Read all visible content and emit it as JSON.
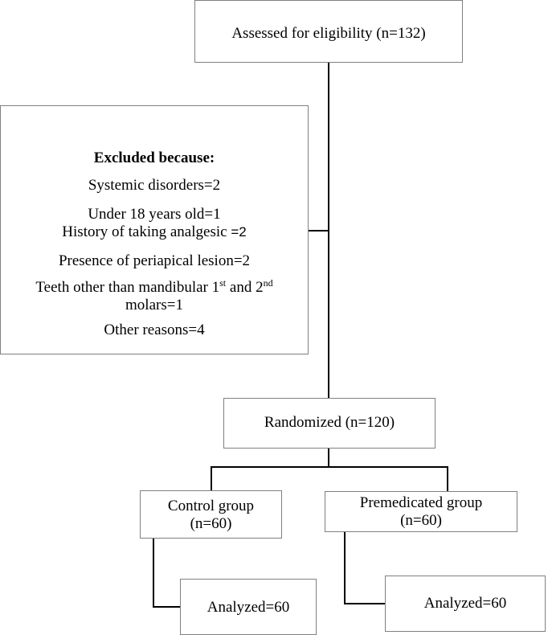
{
  "boxes": {
    "assessed": "Assessed for eligibility (n=132)",
    "excluded": {
      "heading": "Excluded because:",
      "systemic": "Systemic disorders=2",
      "under18": "Under 18 years old=1",
      "analgesic_text": "History of taking analgesic ",
      "analgesic_value": "=2",
      "periapical": "Presence of periapical lesion=2",
      "teeth_a": "Teeth other than mandibular 1",
      "teeth_sup1": "st",
      "teeth_b": " and 2",
      "teeth_sup2": "nd",
      "teeth_line2": "molars=1",
      "other": "Other reasons=4"
    },
    "randomized": "Randomized (n=120)",
    "control_line1": "Control group",
    "control_line2": "(n=60)",
    "premedicated_line1": "Premedicated group",
    "premedicated_line2": "(n=60)",
    "analyzed_control": "Analyzed=60",
    "analyzed_premedicated": "Analyzed=60"
  }
}
